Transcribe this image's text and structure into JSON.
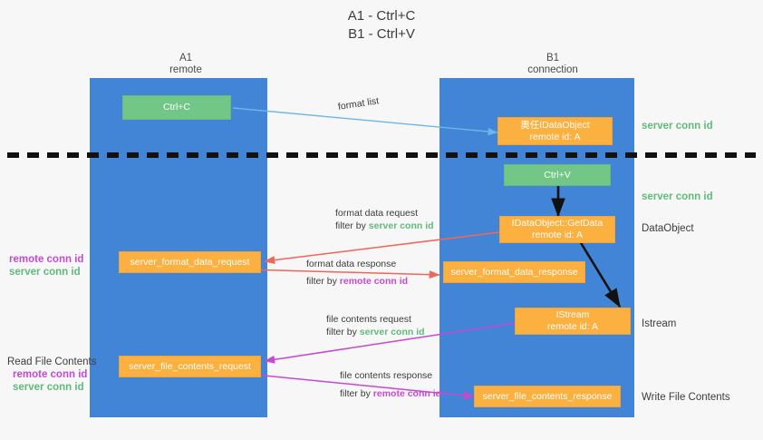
{
  "title": "A1 - Ctrl+C\nB1 - Ctrl+V",
  "colors": {
    "lane": "#4285d6",
    "orange": "#fbb040",
    "green_box": "#72c787",
    "green_text": "#5fbb7a",
    "magenta_text": "#c44ad0",
    "background": "#f7f7f7",
    "arrow_blue": "#6fb4e8",
    "arrow_red": "#f0665a",
    "arrow_magenta": "#c44ad0",
    "arrow_black": "#111111"
  },
  "lanes": [
    {
      "id": "a1",
      "name": "A1",
      "sub": "remote"
    },
    {
      "id": "b1",
      "name": "B1",
      "sub": "connection"
    }
  ],
  "boxes": [
    {
      "id": "ctrl-c",
      "label": "Ctrl+C",
      "sub": "",
      "color": "green"
    },
    {
      "id": "idataobject",
      "label": "奧任IDataObject",
      "sub": "remote id: A",
      "color": "orange"
    },
    {
      "id": "ctrl-v",
      "label": "Ctrl+V",
      "sub": "",
      "color": "green"
    },
    {
      "id": "idataobject-getdata",
      "label": "IDataObject::GetData",
      "sub": "remote id: A",
      "color": "orange"
    },
    {
      "id": "server-format-data-request",
      "label": "server_format_data_request",
      "sub": "",
      "color": "orange"
    },
    {
      "id": "server-format-data-response",
      "label": "server_format_data_response",
      "sub": "",
      "color": "orange"
    },
    {
      "id": "istream",
      "label": "IStream",
      "sub": "remote id: A",
      "color": "orange"
    },
    {
      "id": "server-file-contents-request",
      "label": "server_file_contents_request",
      "sub": "",
      "color": "orange"
    },
    {
      "id": "server-file-contents-response",
      "label": "server_file_contents_response",
      "sub": "",
      "color": "orange"
    }
  ],
  "right_labels": [
    {
      "id": "server-conn-id-1",
      "text": "server conn id",
      "style": "green"
    },
    {
      "id": "server-conn-id-2",
      "text": "server conn id",
      "style": "green"
    },
    {
      "id": "dataobject",
      "text": "DataObject",
      "style": "plain"
    },
    {
      "id": "istream-label",
      "text": "Istream",
      "style": "plain"
    },
    {
      "id": "write-file",
      "text": "Write File Contents",
      "style": "plain"
    }
  ],
  "left_labels": {
    "group1": {
      "remote": "remote conn id",
      "server": "server conn id"
    },
    "group2": {
      "heading": "Read File Contents",
      "remote": "remote conn id",
      "server": "server conn id"
    }
  },
  "edges": [
    {
      "id": "format-list",
      "line1": "format list",
      "line2_prefix": "",
      "line2_accent": "",
      "accent": ""
    },
    {
      "id": "format-data-request",
      "line1": "format data request",
      "line2_prefix": "filter by ",
      "line2_accent": "server conn id",
      "accent": "green"
    },
    {
      "id": "format-data-response",
      "line1": "format data response",
      "line2_prefix": "filter by ",
      "line2_accent": "remote conn id",
      "accent": "magenta"
    },
    {
      "id": "file-contents-request",
      "line1": "file contents request",
      "line2_prefix": "filter by ",
      "line2_accent": "server conn id",
      "accent": "green"
    },
    {
      "id": "file-contents-response",
      "line1": "file contents response",
      "line2_prefix": "filter by ",
      "line2_accent": "remote conn id",
      "accent": "magenta"
    }
  ]
}
